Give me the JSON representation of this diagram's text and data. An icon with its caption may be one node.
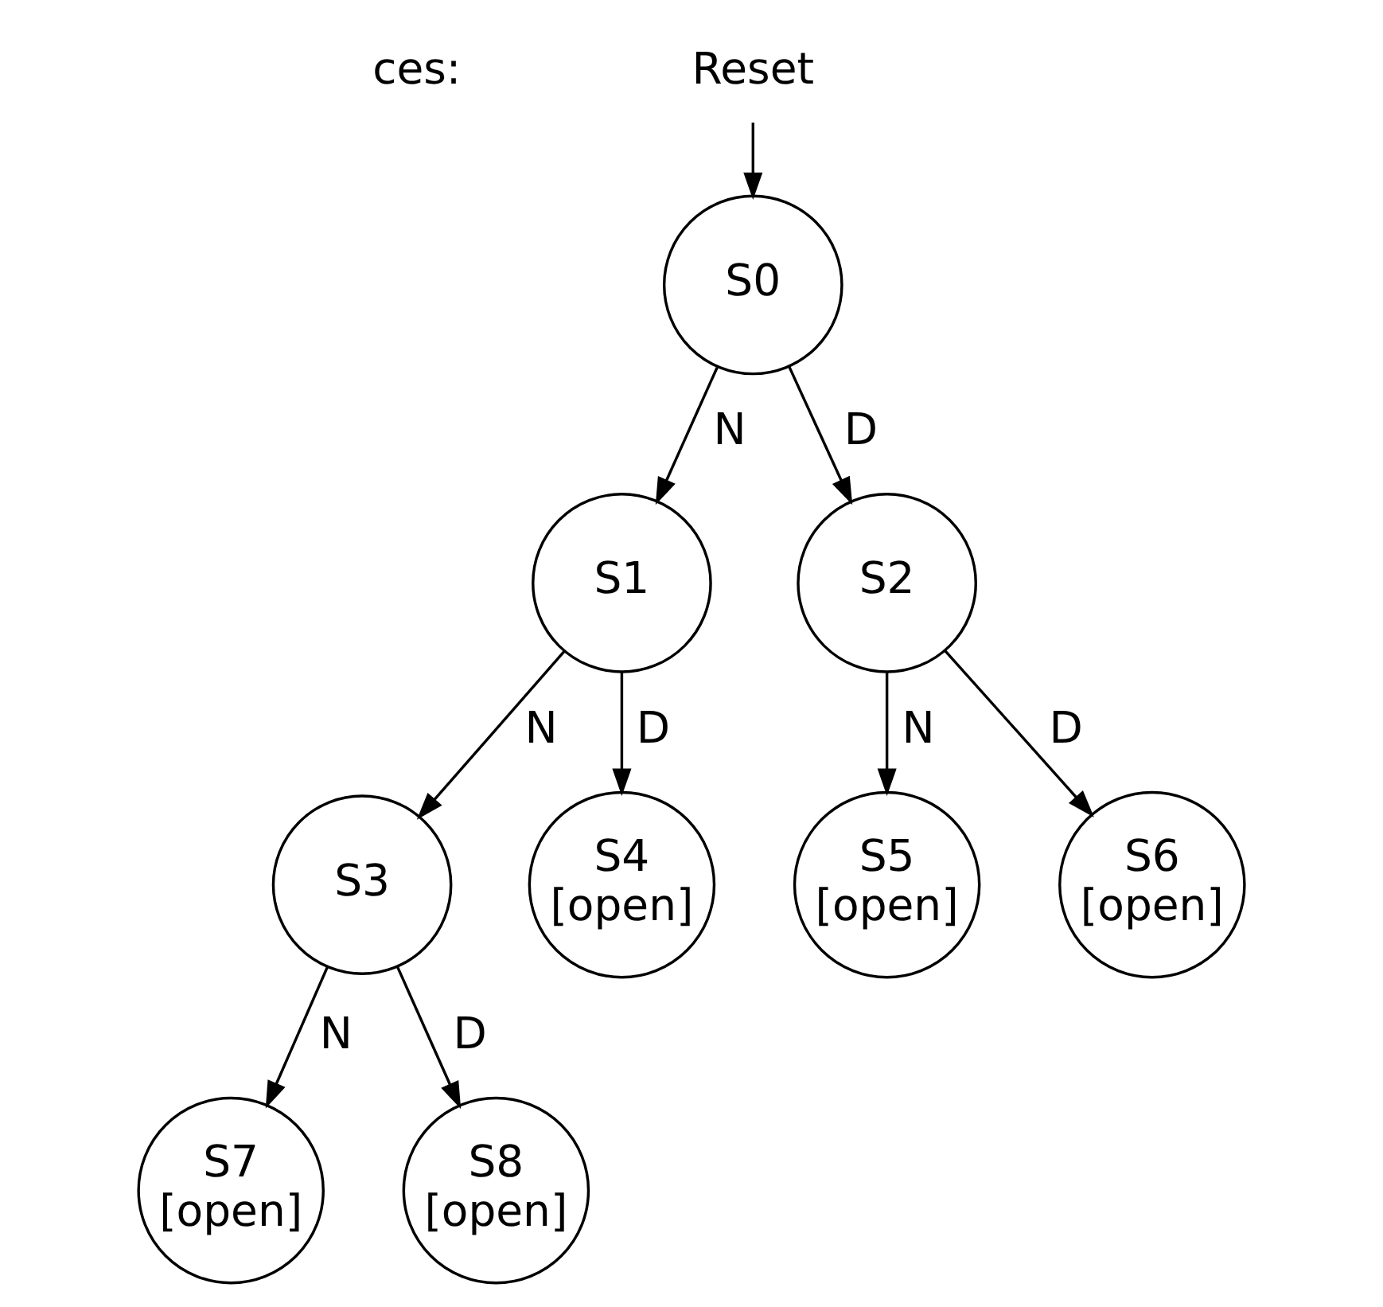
{
  "diagram": {
    "nodes": [
      {
        "text": [
          "Reset"
        ]
      },
      {
        "text": [
          "S0"
        ]
      },
      {
        "text": [
          "S1"
        ]
      },
      {
        "text": [
          "S2"
        ]
      },
      {
        "text": [
          "S3"
        ]
      },
      {
        "text": [
          "S4",
          "[open]"
        ]
      },
      {
        "text": [
          "S5",
          "[open]"
        ]
      },
      {
        "text": [
          "S6",
          "[open]"
        ]
      },
      {
        "text": [
          "S7",
          "[open]"
        ]
      },
      {
        "text": [
          "S8",
          "[open]"
        ]
      }
    ],
    "edges": [
      {
        "from": 0,
        "to": 1,
        "arrow": "to"
      },
      {
        "from": 1,
        "to": 2,
        "arrow": "to",
        "label": "N"
      },
      {
        "from": 1,
        "to": 3,
        "arrow": "to",
        "label": "D"
      },
      {
        "from": 2,
        "to": 4,
        "arrow": "to",
        "label": "N"
      },
      {
        "from": 2,
        "to": 5,
        "arrow": "to",
        "label": "D"
      },
      {
        "from": 3,
        "to": 6,
        "arrow": "to",
        "label": "N"
      },
      {
        "from": 3,
        "to": 7,
        "arrow": "to",
        "label": "D"
      },
      {
        "from": 4,
        "to": 8,
        "arrow": "to",
        "label": "N"
      },
      {
        "from": 4,
        "to": 9,
        "arrow": "to",
        "label": "D"
      }
    ],
    "labels": [
      "ces:"
    ]
  }
}
